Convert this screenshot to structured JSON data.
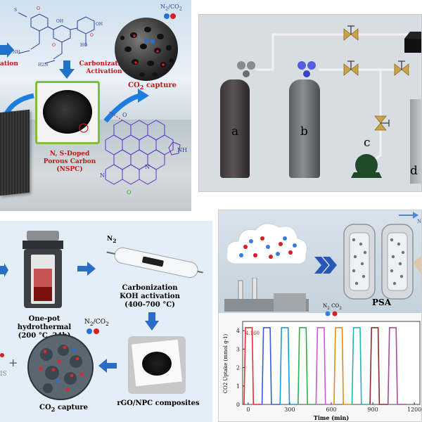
{
  "panel_a": {
    "label_carbonization": "Carbonization",
    "label_activation": "Activation",
    "label_co2_capture": "CO",
    "label_co2_capture_sub": "2",
    "label_co2_capture_tail": " capture",
    "label_gas_n2": "N",
    "label_gas_sub1": "2",
    "label_gas_slash": "/CO",
    "label_gas_sub2": "2",
    "label_nspc_line1": "N, S-Doped",
    "label_nspc_line2": "Porous Carbon",
    "label_nspc_line3": "(NSPC)",
    "label_cut_ation": "ation",
    "atom_nh": "NH",
    "atom_n": "N",
    "atom_n2": "N",
    "atom_o": "O",
    "atom_o_minus": "O",
    "colors": {
      "red": "#c0161c",
      "blue": "#2a3f9c",
      "green": "#7cbf3a"
    }
  },
  "panel_b": {
    "cylinder_a": "a",
    "cylinder_b": "b",
    "pump_c": "c",
    "vessel_d": "d"
  },
  "panel_c": {
    "n2_label": "N",
    "n2_sub": "2",
    "hydrothermal_line1": "One-pot hydrothermal",
    "hydrothermal_line2": "(200 °C, 24h)",
    "carb_line1": "Carbonization",
    "carb_line2": "KOH activation",
    "carb_line3": "(400-700 °C)",
    "gas_label": "N",
    "gas_sub1": "2",
    "gas_mid": "/CO",
    "gas_sub2": "2",
    "capture_label": "CO",
    "capture_sub": "2",
    "capture_tail": " capture",
    "composite_label": "rGO/NPC composites",
    "cut_text": "IS",
    "plus": "+"
  },
  "panel_d": {
    "psa_label": "PSA",
    "feed_label_n2": "N",
    "feed_label_n2_sub": "2",
    "feed_label_co2": "CO",
    "feed_label_co2_sub": "2",
    "n2_out": "N",
    "annotation": "4.160",
    "chart_data": {
      "type": "line",
      "title": "",
      "xlabel": "Time (min)",
      "ylabel": "CO2 Uptake (mmol g-1)",
      "xlim": [
        -40,
        1240
      ],
      "ylim": [
        0,
        4.5
      ],
      "xticks": [
        0,
        300,
        600,
        900,
        1200
      ],
      "yticks": [
        0,
        1,
        2,
        3,
        4
      ],
      "cycle_max": 4.16,
      "cycles": [
        {
          "color": "#e5312b",
          "start": -30,
          "end": 100
        },
        {
          "color": "#3a5bd6",
          "start": 100,
          "end": 230
        },
        {
          "color": "#1b9bd8",
          "start": 230,
          "end": 360
        },
        {
          "color": "#2fae4a",
          "start": 360,
          "end": 490
        },
        {
          "color": "#c85ad8",
          "start": 490,
          "end": 620
        },
        {
          "color": "#e08a1a",
          "start": 620,
          "end": 750
        },
        {
          "color": "#25b5b0",
          "start": 750,
          "end": 880
        },
        {
          "color": "#8a2d2d",
          "start": 880,
          "end": 1010
        },
        {
          "color": "#a84a9a",
          "start": 1010,
          "end": 1140
        }
      ]
    }
  }
}
